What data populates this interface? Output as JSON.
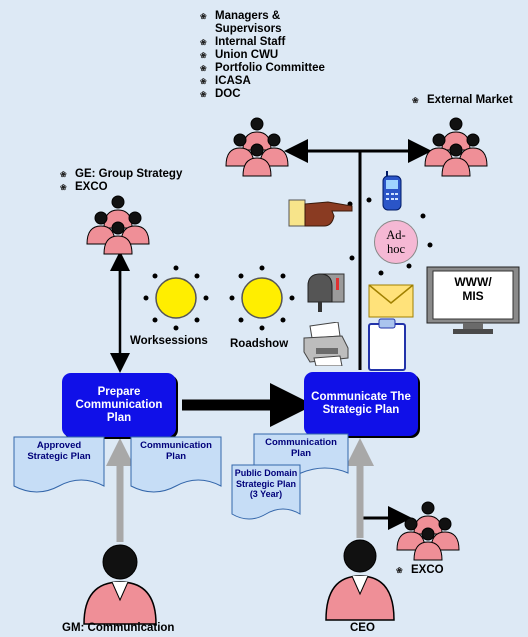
{
  "stakeholders": [
    "Managers &",
    "Supervisors",
    "Internal Staff",
    "Union CWU",
    "Portfolio Committee",
    "ICASA",
    "DOC"
  ],
  "external_market": "External Market",
  "group_strategy": [
    "GE: Group Strategy",
    "EXCO"
  ],
  "process_prepare": [
    "Prepare",
    "Communication",
    "Plan"
  ],
  "process_communicate": [
    "Communicate The",
    "Strategic Plan"
  ],
  "doc_approved": [
    "Approved",
    "Strategic Plan"
  ],
  "doc_comm_plan_left": [
    "Communication",
    "Plan"
  ],
  "doc_comm_plan_right": [
    "Communication",
    "Plan"
  ],
  "doc_public": [
    "Public Domain",
    "Strategic Plan",
    "(3 Year)"
  ],
  "worksessions": "Worksessions",
  "roadshow": "Roadshow",
  "adhoc": [
    "Ad-",
    "hoc"
  ],
  "www": [
    "WWW/",
    "MIS"
  ],
  "exco": "EXCO",
  "gm": "GM: Communication",
  "ceo": "CEO",
  "colors": {
    "background": "#dde9f5",
    "process_blue": "#1010e8",
    "doc_fill": "#c6ddf6",
    "doc_text": "#00007a",
    "person_pink": "#ef8f97",
    "sun_yellow": "#ffee00",
    "arrow_grey": "#a8a8a8"
  }
}
